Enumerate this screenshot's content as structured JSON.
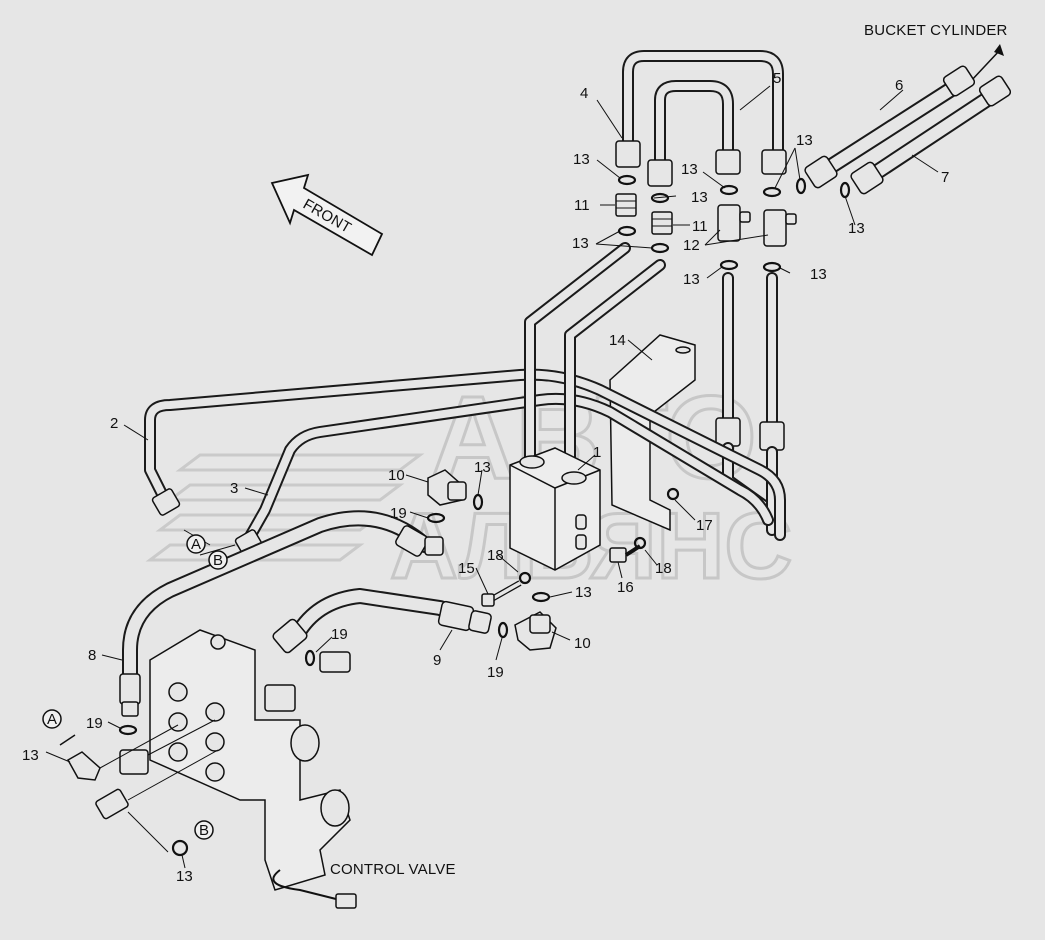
{
  "diagram": {
    "captions": {
      "bucket_cylinder": "BUCKET CYLINDER",
      "control_valve": "CONTROL VALVE",
      "front": "FRONT"
    },
    "watermark": {
      "line1": "АВТО",
      "line2": "АЛЬЯНС"
    },
    "callouts": [
      {
        "id": "c1",
        "text": "1"
      },
      {
        "id": "c2",
        "text": "2"
      },
      {
        "id": "c3",
        "text": "3"
      },
      {
        "id": "c4",
        "text": "4"
      },
      {
        "id": "c5",
        "text": "5"
      },
      {
        "id": "c6",
        "text": "6"
      },
      {
        "id": "c7",
        "text": "7"
      },
      {
        "id": "c8",
        "text": "8"
      },
      {
        "id": "c9",
        "text": "9"
      },
      {
        "id": "c10a",
        "text": "10"
      },
      {
        "id": "c10b",
        "text": "10"
      },
      {
        "id": "c11a",
        "text": "11"
      },
      {
        "id": "c11b",
        "text": "11"
      },
      {
        "id": "c12",
        "text": "12"
      },
      {
        "id": "c13a",
        "text": "13"
      },
      {
        "id": "c13b",
        "text": "13"
      },
      {
        "id": "c13c",
        "text": "13"
      },
      {
        "id": "c13d",
        "text": "13"
      },
      {
        "id": "c13e",
        "text": "13"
      },
      {
        "id": "c13f",
        "text": "13"
      },
      {
        "id": "c13g",
        "text": "13"
      },
      {
        "id": "c13h",
        "text": "13"
      },
      {
        "id": "c13i",
        "text": "13"
      },
      {
        "id": "c13j",
        "text": "13"
      },
      {
        "id": "c13k",
        "text": "13"
      },
      {
        "id": "c13l",
        "text": "13"
      },
      {
        "id": "c14",
        "text": "14"
      },
      {
        "id": "c15",
        "text": "15"
      },
      {
        "id": "c16",
        "text": "16"
      },
      {
        "id": "c17",
        "text": "17"
      },
      {
        "id": "c18a",
        "text": "18"
      },
      {
        "id": "c18b",
        "text": "18"
      },
      {
        "id": "c19a",
        "text": "19"
      },
      {
        "id": "c19b",
        "text": "19"
      },
      {
        "id": "c19c",
        "text": "19"
      },
      {
        "id": "c19d",
        "text": "19"
      }
    ],
    "connectors": [
      {
        "id": "A1",
        "text": "A"
      },
      {
        "id": "B1",
        "text": "B"
      },
      {
        "id": "A2",
        "text": "A"
      },
      {
        "id": "B2",
        "text": "B"
      }
    ]
  }
}
